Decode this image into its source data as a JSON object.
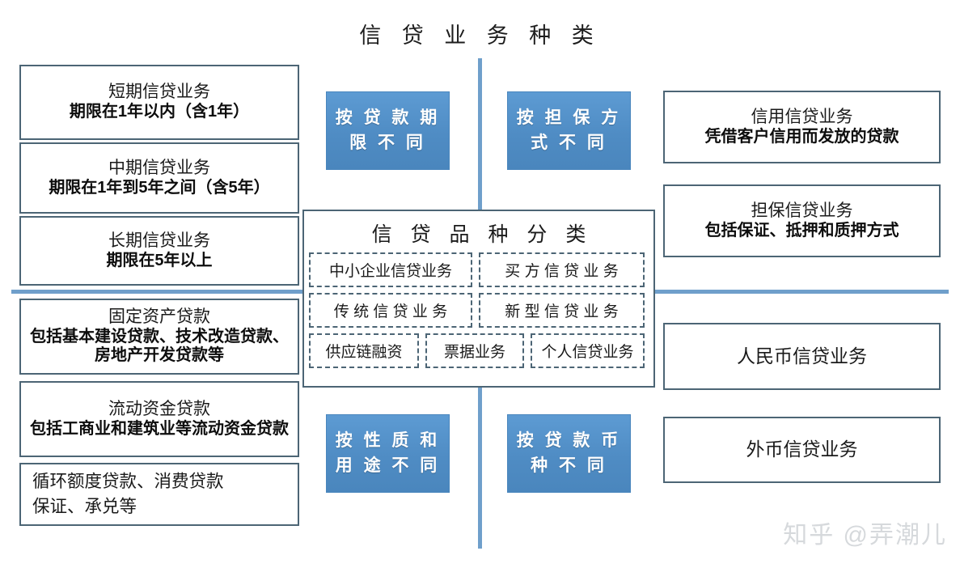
{
  "title": "信 贷 业 务 种 类",
  "colors": {
    "accent_blue": "#5d9bd3",
    "line_blue": "#6f9fcb",
    "border_slate": "#4c6575",
    "text": "#1a1a1a",
    "watermark": "#d6d9dc"
  },
  "left_column": [
    {
      "line1": "短期信贷业务",
      "line2": "期限在1年以内（含1年）"
    },
    {
      "line1": "中期信贷业务",
      "line2": "期限在1年到5年之间（含5年）"
    },
    {
      "line1": "长期信贷业务",
      "line2": "期限在5年以上"
    },
    {
      "line1": "固定资产贷款",
      "line2": "包括基本建设贷款、技术改造贷款、房地产开发贷款等"
    },
    {
      "line1": "流动资金贷款",
      "line2": "包括工商业和建筑业等流动资金贷款"
    },
    {
      "line1": "循环额度贷款、消费贷款",
      "line2": "保证、承兑等"
    }
  ],
  "right_column": [
    {
      "line1": "信用信贷业务",
      "line2": "凭借客户信用而发放的贷款"
    },
    {
      "line1": "担保信贷业务",
      "line2": "包括保证、抵押和质押方式"
    },
    {
      "line1": "人民币信贷业务",
      "line2": ""
    },
    {
      "line1": "外币信贷业务",
      "line2": ""
    }
  ],
  "blue_labels": {
    "top_left": {
      "l1": "按 贷 款 期",
      "l2": "限   不   同"
    },
    "top_right": {
      "l1": "按 担 保 方",
      "l2": "式   不   同"
    },
    "bottom_left": {
      "l1": "按 性 质 和",
      "l2": "用 途 不 同"
    },
    "bottom_right": {
      "l1": "按 贷 款 币",
      "l2": "种   不   同"
    }
  },
  "center": {
    "title": "信 贷 品 种 分 类",
    "rows": [
      [
        {
          "label": "中小企业信贷业务",
          "spaced": false
        },
        {
          "label": "买 方 信 贷 业 务",
          "spaced": false
        }
      ],
      [
        {
          "label": "传 统 信 贷 业 务",
          "spaced": false
        },
        {
          "label": "新 型 信 贷 业 务",
          "spaced": false
        }
      ],
      [
        {
          "label": "供应链融资",
          "spaced": false
        },
        {
          "label": "票据业务",
          "spaced": false
        },
        {
          "label": "个人信贷业务",
          "spaced": false
        }
      ]
    ]
  },
  "watermark": "知乎 @弄潮儿"
}
